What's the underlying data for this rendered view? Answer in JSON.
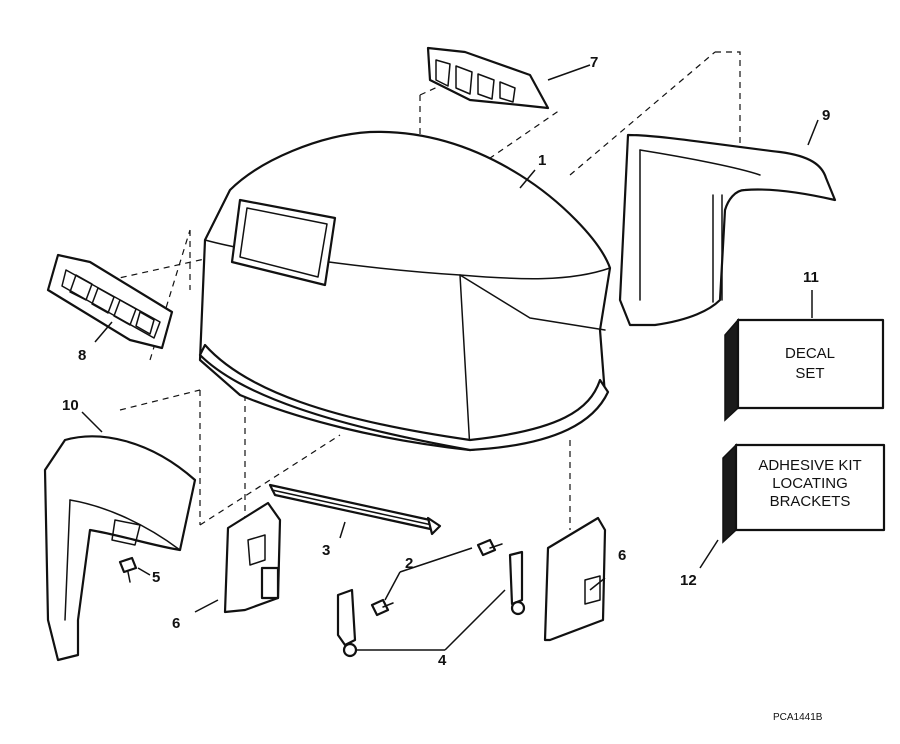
{
  "callouts": {
    "c1": "1",
    "c2": "2",
    "c3": "3",
    "c4": "4",
    "c5": "5",
    "c6a": "6",
    "c6b": "6",
    "c7": "7",
    "c8": "8",
    "c9": "9",
    "c10": "10",
    "c11": "11",
    "c12": "12"
  },
  "boxes": {
    "decal_line1": "DECAL",
    "decal_line2": "SET",
    "adhesive_line1": "ADHESIVE KIT",
    "adhesive_line2": "LOCATING",
    "adhesive_line3": "BRACKETS"
  },
  "reference_code": "PCA1441B"
}
